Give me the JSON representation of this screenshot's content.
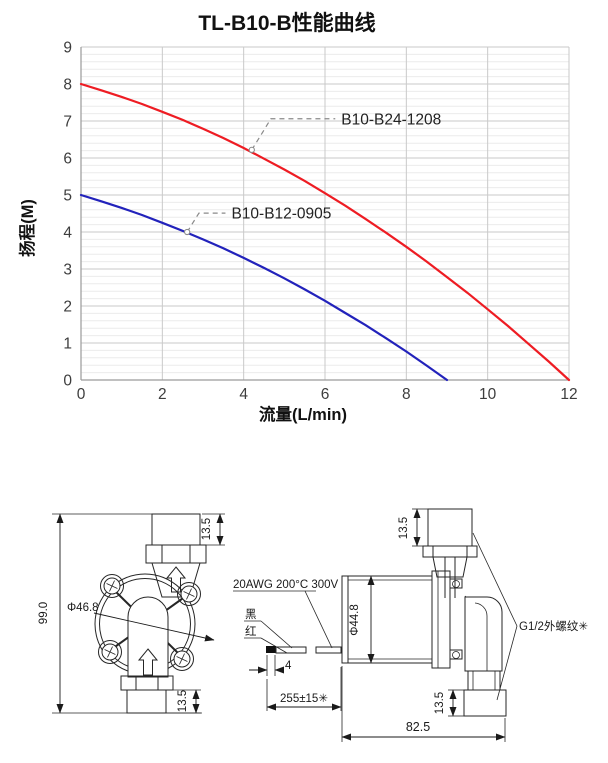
{
  "chart_data": {
    "type": "line",
    "title": "TL-B10-B性能曲线",
    "xlabel": "流量(L/min)",
    "ylabel": "扬程(M)",
    "xlim": [
      0,
      12
    ],
    "ylim": [
      0,
      9
    ],
    "x_ticks": [
      0,
      2,
      4,
      6,
      8,
      10,
      12
    ],
    "y_ticks": [
      0,
      1,
      2,
      3,
      4,
      5,
      6,
      7,
      8,
      9
    ],
    "y_minor_step": 0.2,
    "grid": true,
    "legend_position": "callouts-on-curve",
    "series": [
      {
        "name": "B10-B24-1208",
        "color": "#ee1c23",
        "x": [
          0,
          0.5,
          1,
          1.5,
          2,
          2.5,
          3,
          3.5,
          4,
          4.5,
          5,
          5.5,
          6,
          6.5,
          7,
          7.5,
          8,
          8.5,
          9,
          9.5,
          10,
          10.5,
          11,
          11.5,
          12
        ],
        "y": [
          8.0,
          7.83,
          7.65,
          7.46,
          7.25,
          7.03,
          6.79,
          6.54,
          6.27,
          5.98,
          5.69,
          5.38,
          5.05,
          4.71,
          4.35,
          3.98,
          3.6,
          3.2,
          2.78,
          2.36,
          1.91,
          1.46,
          0.98,
          0.5,
          0
        ],
        "callout": {
          "marker_x": 4.2,
          "marker_y": 6.22,
          "elbow_x": 4.67,
          "elbow_y": 7.06,
          "label_x": 6.4
        }
      },
      {
        "name": "B10-B12-0905",
        "color": "#2222bb",
        "x": [
          0,
          0.5,
          1,
          1.5,
          2,
          2.5,
          3,
          3.5,
          4,
          4.5,
          5,
          5.5,
          6,
          6.5,
          7,
          7.5,
          8,
          8.5,
          9
        ],
        "y": [
          5.0,
          4.83,
          4.65,
          4.46,
          4.25,
          4.03,
          3.8,
          3.56,
          3.3,
          3.03,
          2.75,
          2.45,
          2.14,
          1.81,
          1.48,
          1.13,
          0.77,
          0.39,
          0
        ],
        "callout": {
          "marker_x": 2.61,
          "marker_y": 4.0,
          "elbow_x": 2.9,
          "elbow_y": 4.51,
          "label_x": 3.7
        }
      }
    ]
  },
  "drawing": {
    "front_view": {
      "height_dim": "99.0",
      "top_port_dim": "13.5",
      "bottom_port_dim": "13.5",
      "impeller_diameter_dim": "Φ46.8"
    },
    "side_view": {
      "top_port_dim": "13.5",
      "bottom_port_dim": "13.5",
      "motor_diameter_dim": "Φ44.8",
      "overall_width_dim": "82.5",
      "thread_spec_label": "G1/2外螺纹✳"
    },
    "cable": {
      "wire_spec": "20AWG 200°C 300V",
      "black_wire_label": "黑",
      "red_wire_label": "红",
      "tinned_end_dim": "4",
      "cable_length_dim": "255±15✳"
    }
  }
}
